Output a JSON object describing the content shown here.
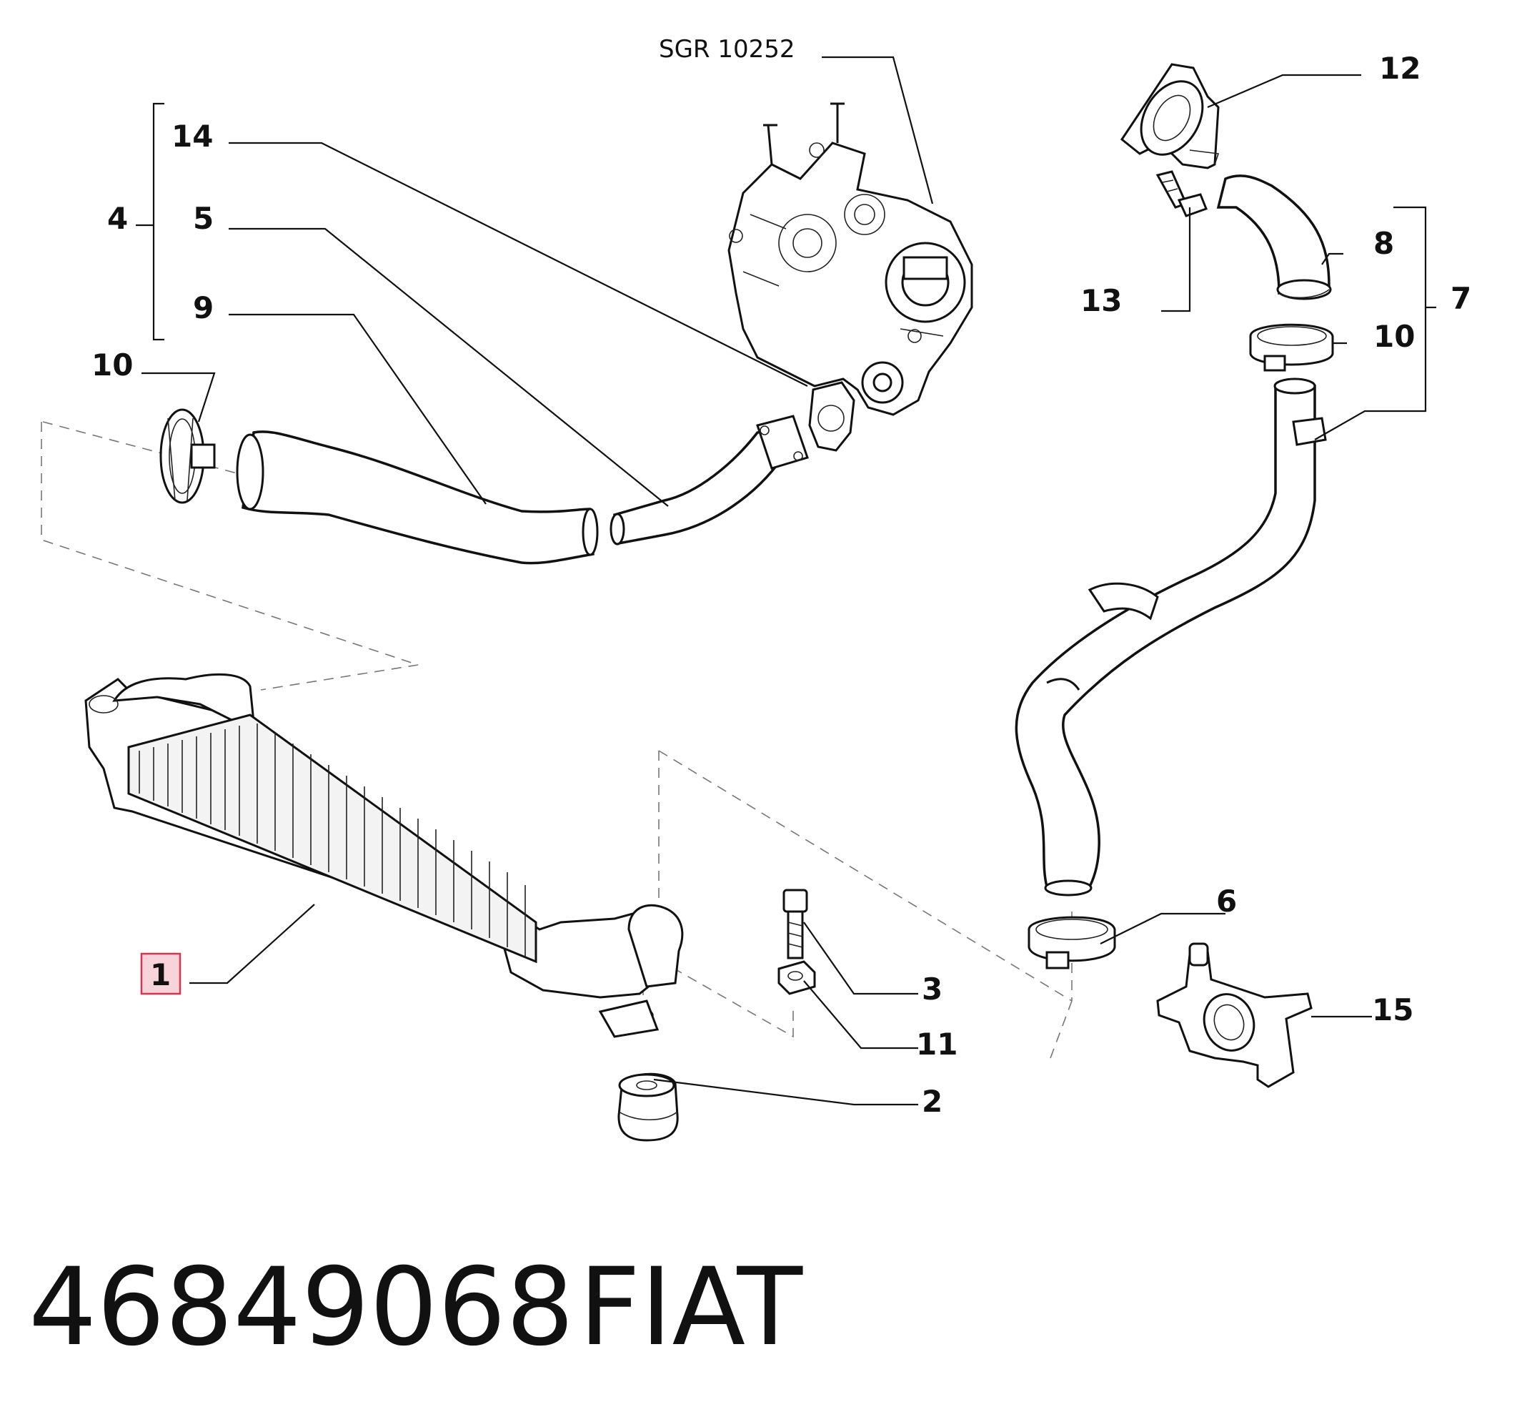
{
  "reference_code": "SGR 10252",
  "callouts": {
    "c1": "1",
    "c2": "2",
    "c3": "3",
    "c4": "4",
    "c5": "5",
    "c6": "6",
    "c7": "7",
    "c8": "8",
    "c9": "9",
    "c10a": "10",
    "c10b": "10",
    "c11": "11",
    "c12": "12",
    "c13": "13",
    "c14": "14",
    "c15": "15"
  },
  "highlighted_callout": "1",
  "highlight_color": "#f6d4da",
  "highlight_border": "#d9344f",
  "part_number": "46849068",
  "brand": "FIAT"
}
